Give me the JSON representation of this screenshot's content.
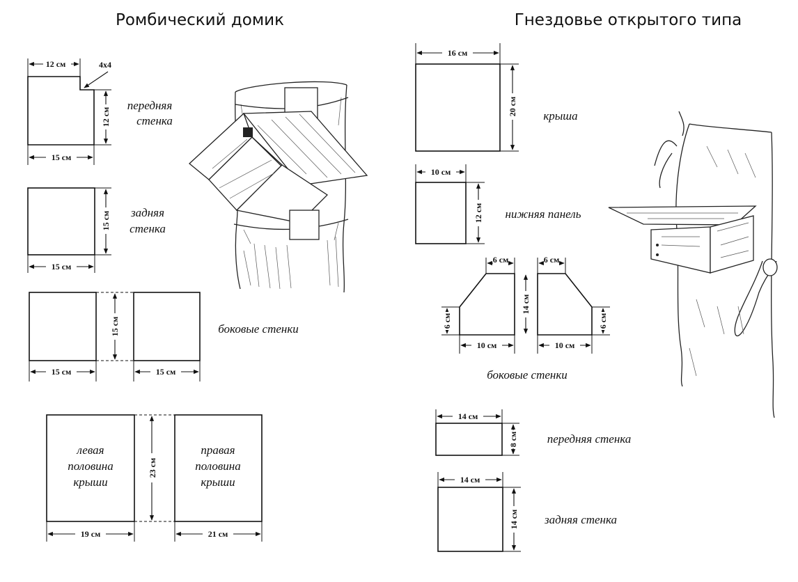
{
  "left": {
    "title": "Ромбический домик",
    "front": {
      "label1": "передняя",
      "label2": "стенка",
      "width": "12 см",
      "notch": "4x4",
      "height": "12 см",
      "base": "15 см"
    },
    "back": {
      "label1": "задняя",
      "label2": "стенка",
      "base": "15 см",
      "height": "15 см"
    },
    "sides": {
      "label": "боковые стенки",
      "base1": "15 см",
      "base2": "15 см",
      "height": "15 см"
    },
    "roof": {
      "left_l1": "левая",
      "left_l2": "половина",
      "left_l3": "крыши",
      "right_l1": "правая",
      "right_l2": "половина",
      "right_l3": "крыши",
      "height": "23 см",
      "width_left": "19 см",
      "width_right": "21 см"
    }
  },
  "right": {
    "title": "Гнездовье открытого типа",
    "roof": {
      "label": "крыша",
      "width": "16 см",
      "height": "20 см"
    },
    "bottom": {
      "label": "нижняя панель",
      "width": "10 см",
      "height": "12 см"
    },
    "sides": {
      "label": "боковые стенки",
      "top1": "6 см",
      "top2": "6 см",
      "height": "14 см",
      "side1": "6 см",
      "side2": "6 см",
      "base1": "10 см",
      "base2": "10 см"
    },
    "front": {
      "label": "передняя стенка",
      "width": "14 см",
      "height": "8 см"
    },
    "back": {
      "label": "задняя стенка",
      "width": "14 см",
      "height": "14 см"
    }
  }
}
